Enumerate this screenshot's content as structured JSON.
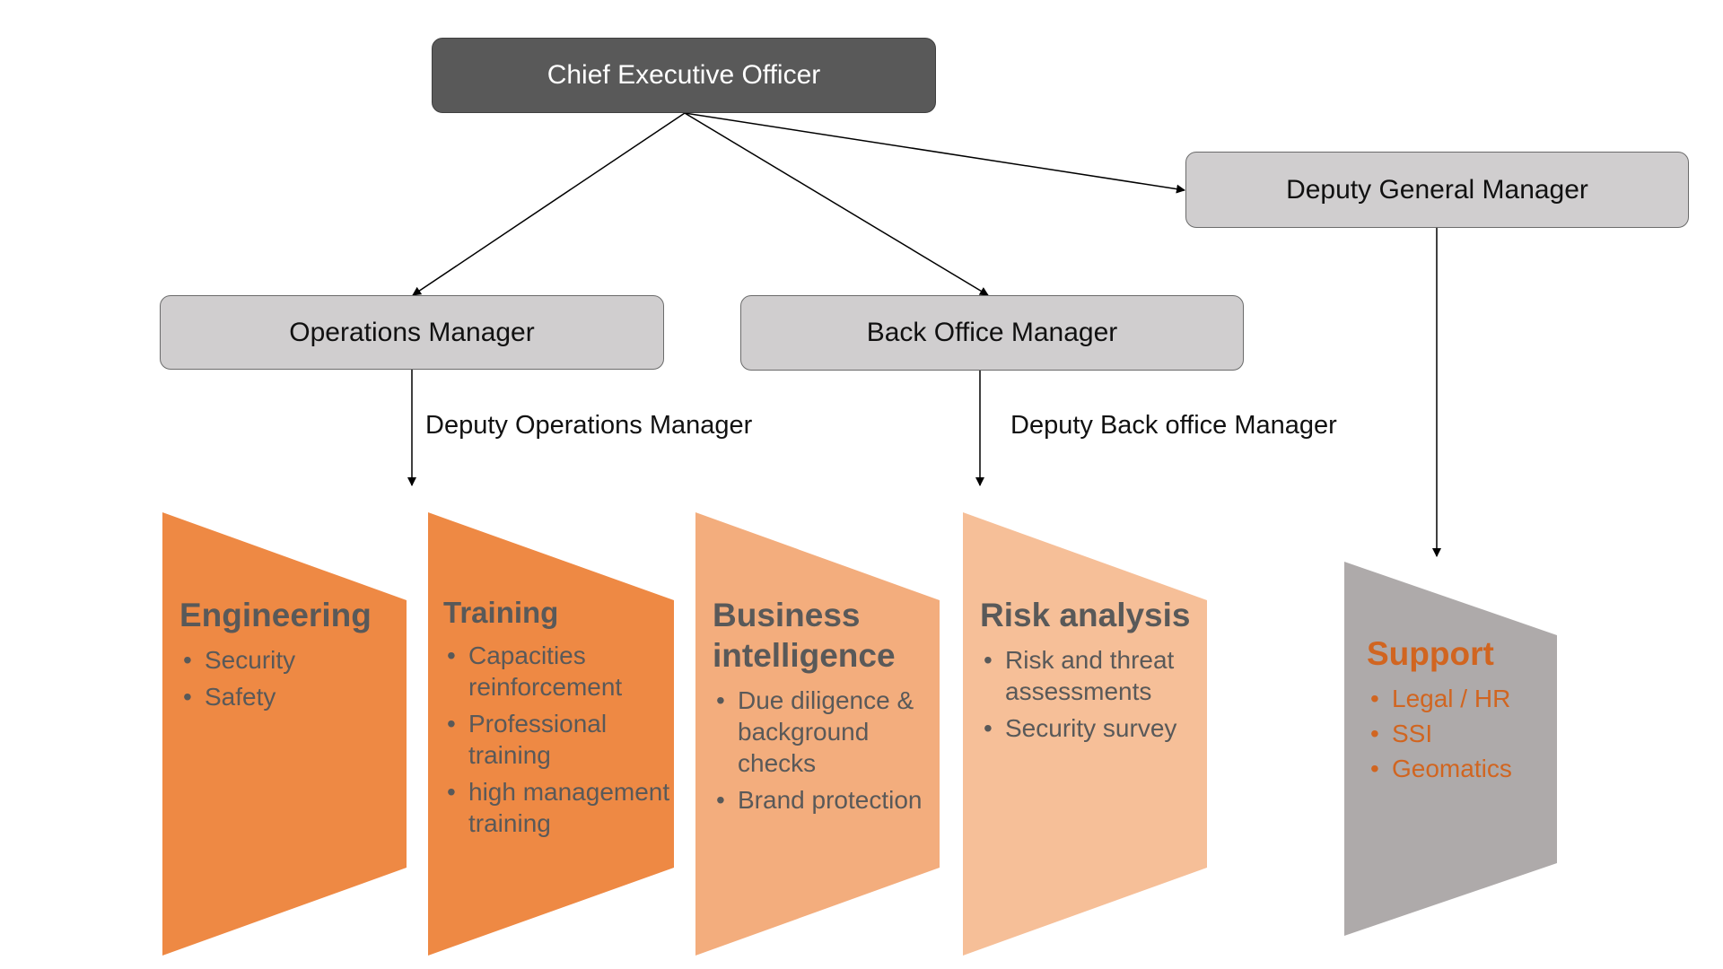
{
  "colors": {
    "exec_box": "#595959",
    "manager_box": "#d0cecf",
    "engineering": "#ee8944",
    "training": "#ee8944",
    "business_intelligence": "#f3ad7d",
    "risk_analysis": "#f6bf98",
    "support": "#aeaaaa",
    "panel_text": "#595959",
    "support_text": "#d16520"
  },
  "nodes": {
    "ceo": "Chief Executive Officer",
    "deputy_gm": "Deputy General Manager",
    "operations": "Operations Manager",
    "back_office": "Back Office Manager"
  },
  "edge_labels": {
    "operations_deputy": "Deputy Operations Manager",
    "back_office_deputy": "Deputy Back office Manager"
  },
  "panels": [
    {
      "title": "Engineering",
      "items": [
        "Security",
        "Safety"
      ]
    },
    {
      "title": "Training",
      "items": [
        "Capacities reinforcement",
        "Professional training",
        "high management training"
      ]
    },
    {
      "title": "Business intelligence",
      "items": [
        "Due diligence & background checks",
        "Brand protection"
      ]
    },
    {
      "title": "Risk analysis",
      "items": [
        "Risk and threat assessments",
        "Security survey"
      ]
    },
    {
      "title": "Support",
      "items": [
        "Legal / HR",
        "SSI",
        "Geomatics"
      ]
    }
  ],
  "bullet": "•"
}
